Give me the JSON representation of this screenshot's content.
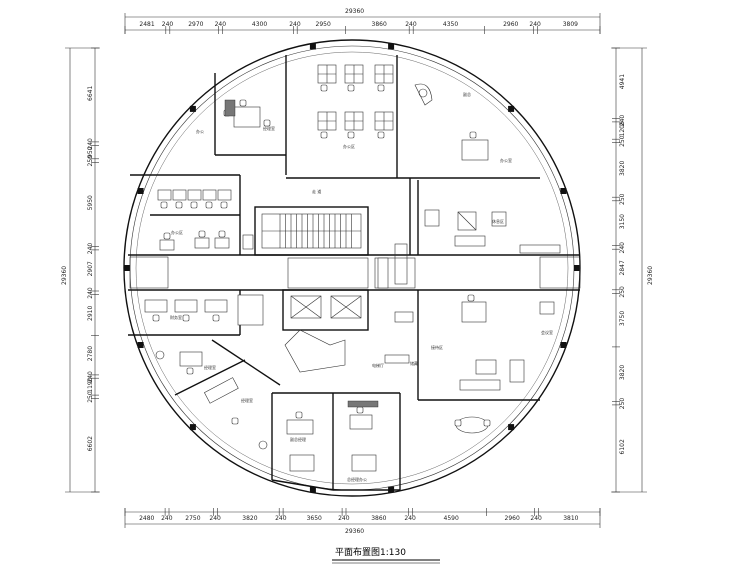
{
  "title": "平面布置图1:130",
  "overall_width": "29360",
  "overall_height": "29360",
  "top_dims": [
    "2481",
    "240",
    "2970",
    "240",
    "4300",
    "240",
    "2950",
    "3860",
    "240",
    "4350",
    "2960",
    "240",
    "3809"
  ],
  "bottom_dims": [
    "2480",
    "240",
    "2750",
    "240",
    "3820",
    "240",
    "3650",
    "240",
    "3860",
    "240",
    "4590",
    "2960",
    "240",
    "3810"
  ],
  "left_dims": [
    "6641",
    "240",
    "950",
    "250",
    "5950",
    "240",
    "2907",
    "240",
    "2910",
    "2780",
    "240",
    "1190",
    "250",
    "6602"
  ],
  "right_dims": [
    "4941",
    "240",
    "1208",
    "250",
    "3820",
    "250",
    "3150",
    "240",
    "2847",
    "250",
    "3750",
    "3820",
    "250",
    "6102"
  ],
  "room_labels": {
    "room_top_left": "办公",
    "manager_top": "经理室",
    "open_office_top": "办公区",
    "corridor_top": "走 道",
    "office_left": "办公区",
    "finance": "财务室",
    "office_lower_left": "经理室",
    "office_lower_left2": "经理室",
    "elevator_hall": "电梯厅",
    "deputy_gm": "副总经理",
    "gm_office": "总经理办公",
    "reception": "接待区",
    "meeting_right": "会议室",
    "office_right_top": "办公室",
    "lounge_right": "休息区",
    "vice_right": "副总",
    "storage": "储藏"
  }
}
